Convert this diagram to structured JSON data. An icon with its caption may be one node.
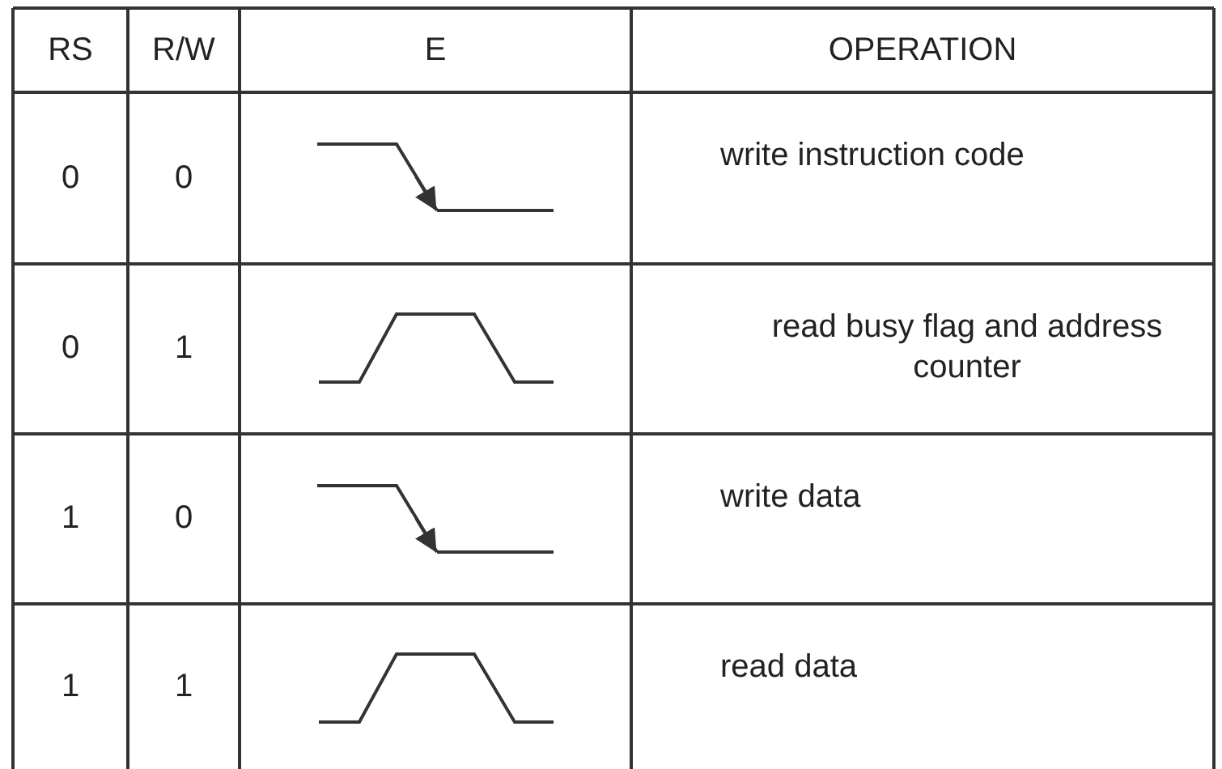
{
  "diagram": {
    "labels": [
      "RS",
      "R/W",
      "E",
      "OPERATION",
      "0",
      "0",
      "write instruction code",
      "0",
      "1",
      "read busy flag and address counter",
      "1",
      "0",
      "write data",
      "1",
      "1",
      "read data"
    ]
  }
}
